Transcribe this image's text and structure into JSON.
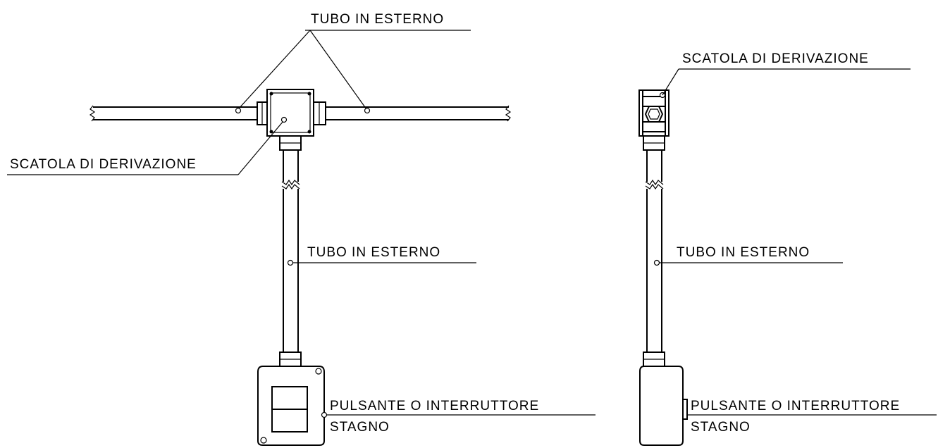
{
  "labels": {
    "tube_top": "TUBO IN ESTERNO",
    "box_left": "SCATOLA DI DERIVAZIONE",
    "tube_vertical_left": "TUBO IN ESTERNO",
    "switch_left_line1": "PULSANTE O INTERRUTTORE",
    "switch_left_line2": "STAGNO",
    "box_right": "SCATOLA DI DERIVAZIONE",
    "tube_vertical_right": "TUBO IN ESTERNO",
    "switch_right_line1": "PULSANTE O INTERRUTTORE",
    "switch_right_line2": "STAGNO"
  },
  "colors": {
    "stroke": "#000000",
    "background": "#ffffff"
  }
}
